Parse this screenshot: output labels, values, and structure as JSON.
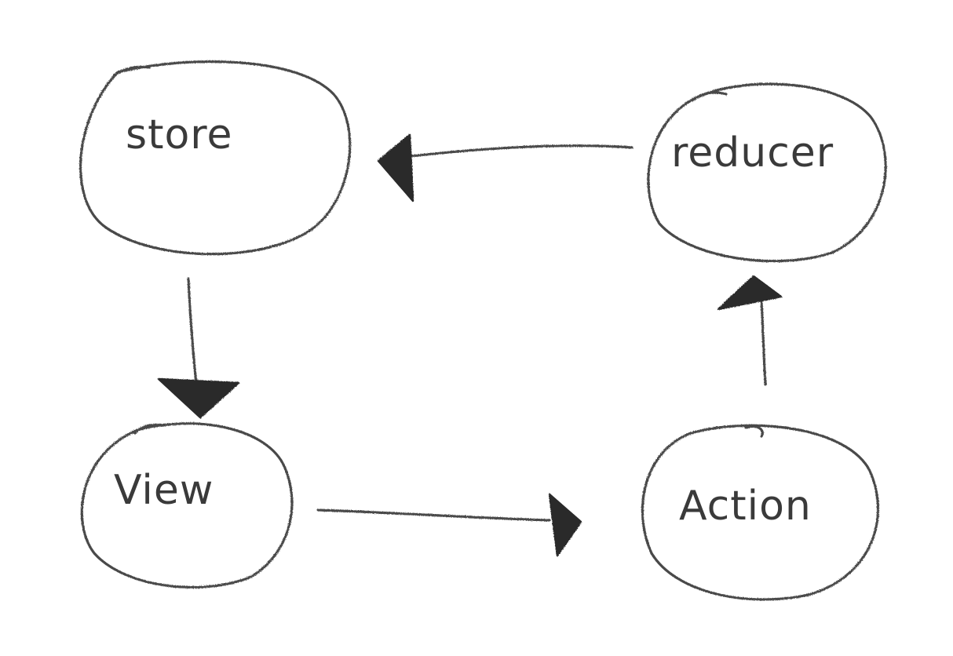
{
  "nodes": {
    "store": {
      "label": "store"
    },
    "reducer": {
      "label": "reducer"
    },
    "view": {
      "label": "View"
    },
    "action": {
      "label": "Action"
    }
  },
  "edges": [
    {
      "from": "reducer",
      "to": "store"
    },
    {
      "from": "store",
      "to": "view"
    },
    {
      "from": "view",
      "to": "action"
    },
    {
      "from": "action",
      "to": "reducer"
    }
  ],
  "colors": {
    "stroke": "#4a4a4a",
    "fill": "#2b2b2b",
    "background": "#ffffff"
  }
}
